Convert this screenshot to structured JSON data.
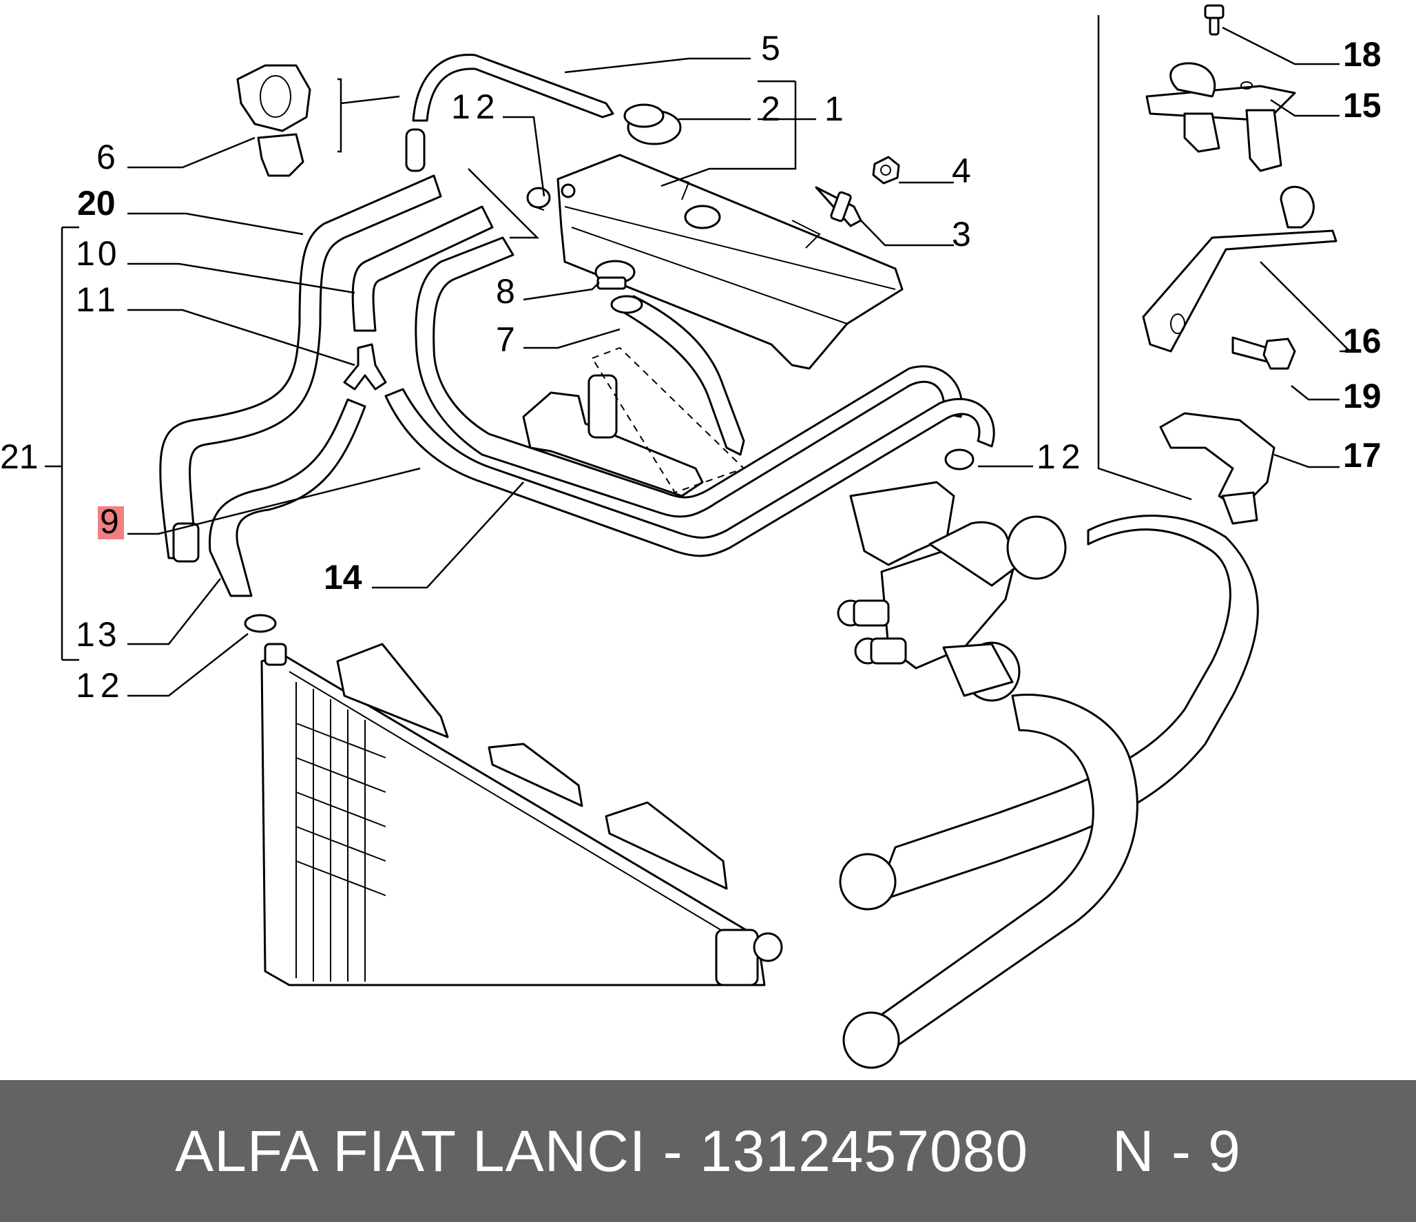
{
  "diagram": {
    "callouts": [
      {
        "id": "c1",
        "text": "1"
      },
      {
        "id": "c2",
        "text": "2"
      },
      {
        "id": "c3",
        "text": "3"
      },
      {
        "id": "c4",
        "text": "4"
      },
      {
        "id": "c5",
        "text": "5"
      },
      {
        "id": "c6",
        "text": "6"
      },
      {
        "id": "c7",
        "text": "7"
      },
      {
        "id": "c8",
        "text": "8"
      },
      {
        "id": "c9",
        "text": "9"
      },
      {
        "id": "c10",
        "text": "10"
      },
      {
        "id": "c11",
        "text": "11"
      },
      {
        "id": "c12a",
        "text": "12"
      },
      {
        "id": "c12b",
        "text": "12"
      },
      {
        "id": "c12c",
        "text": "12"
      },
      {
        "id": "c13",
        "text": "13"
      },
      {
        "id": "c14",
        "text": "14"
      },
      {
        "id": "c15",
        "text": "15"
      },
      {
        "id": "c16",
        "text": "16"
      },
      {
        "id": "c17",
        "text": "17"
      },
      {
        "id": "c18",
        "text": "18"
      },
      {
        "id": "c19",
        "text": "19"
      },
      {
        "id": "c20",
        "text": "20"
      },
      {
        "id": "c21",
        "text": "21"
      }
    ],
    "highlight_color": "#f08080"
  },
  "footer": {
    "brand": "ALFA FIAT LANCI",
    "separator": " - ",
    "part_number": "1312457080",
    "gap": "     ",
    "position": "N - 9",
    "background": "#636363",
    "text_color": "#ffffff"
  }
}
